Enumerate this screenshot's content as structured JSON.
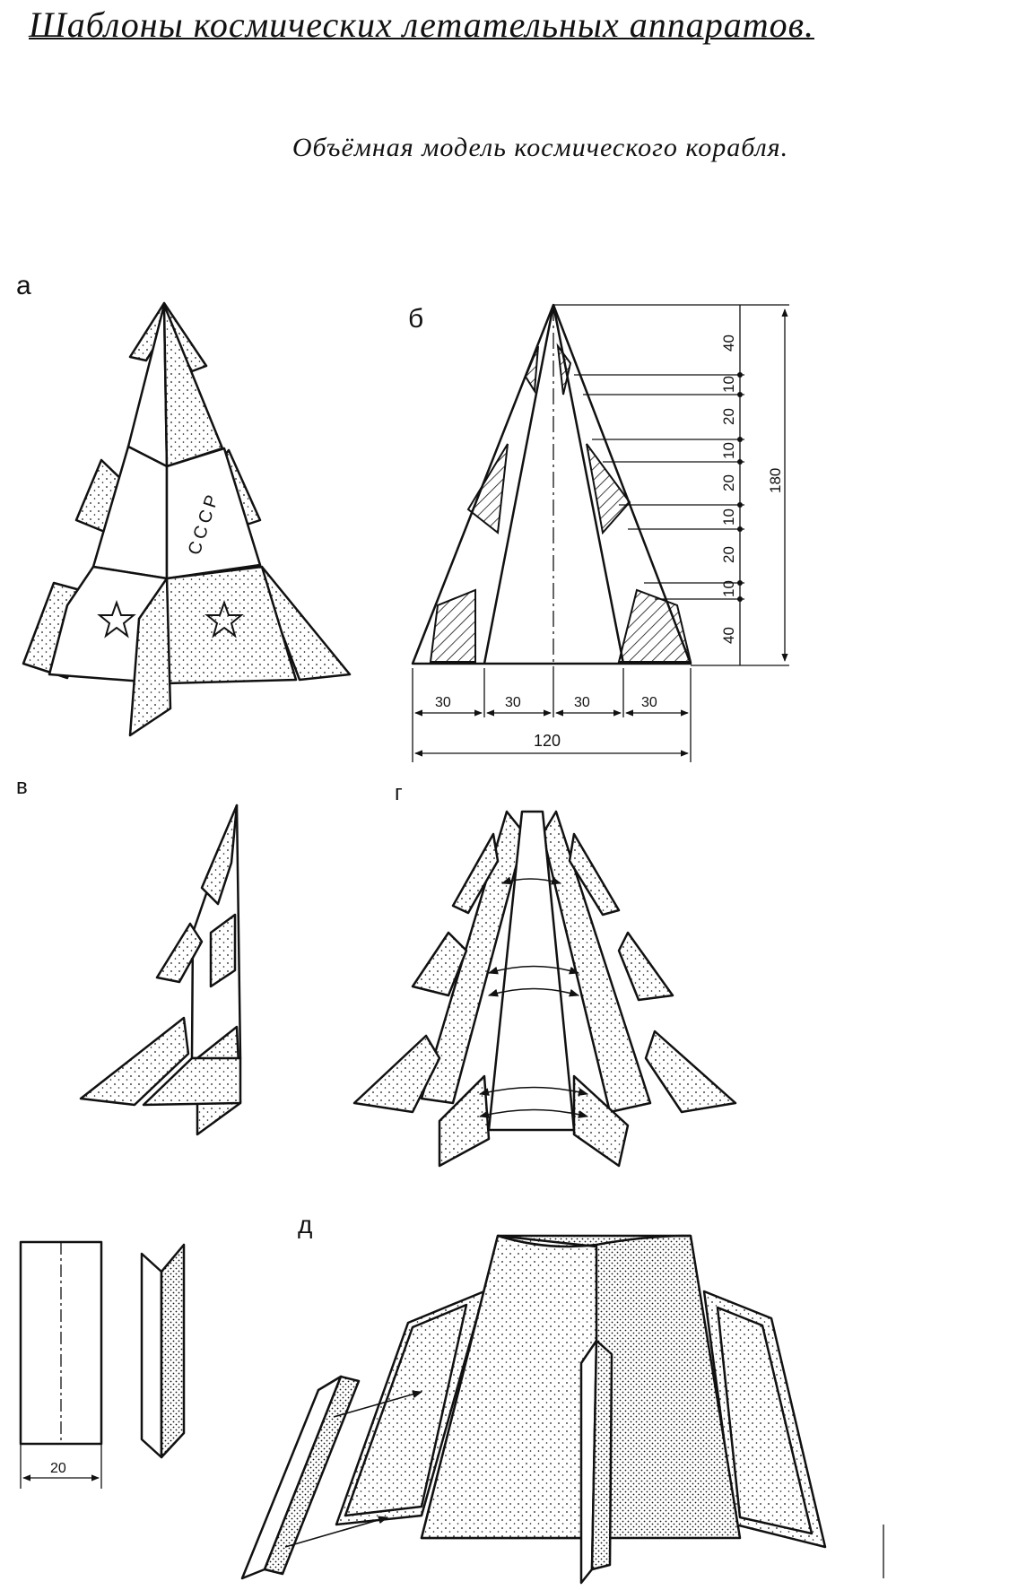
{
  "header": {
    "title": "Шаблоны космических летательных аппаратов.",
    "subtitle": "Объёмная модель космического корабля."
  },
  "figures": {
    "a": {
      "label": "а",
      "text": "СССР"
    },
    "b": {
      "label": "б",
      "horizontal_dims": [
        "30",
        "30",
        "30",
        "30"
      ],
      "total_width": "120",
      "vertical_dims": [
        "40",
        "10",
        "20",
        "10",
        "20",
        "10",
        "20",
        "10",
        "40"
      ],
      "total_height": "180"
    },
    "v": {
      "label": "в"
    },
    "g": {
      "label": "г"
    },
    "strip": {
      "width": "20"
    },
    "d": {
      "label": "д"
    }
  },
  "colors": {
    "ink": "#111111",
    "paper": "#ffffff"
  }
}
